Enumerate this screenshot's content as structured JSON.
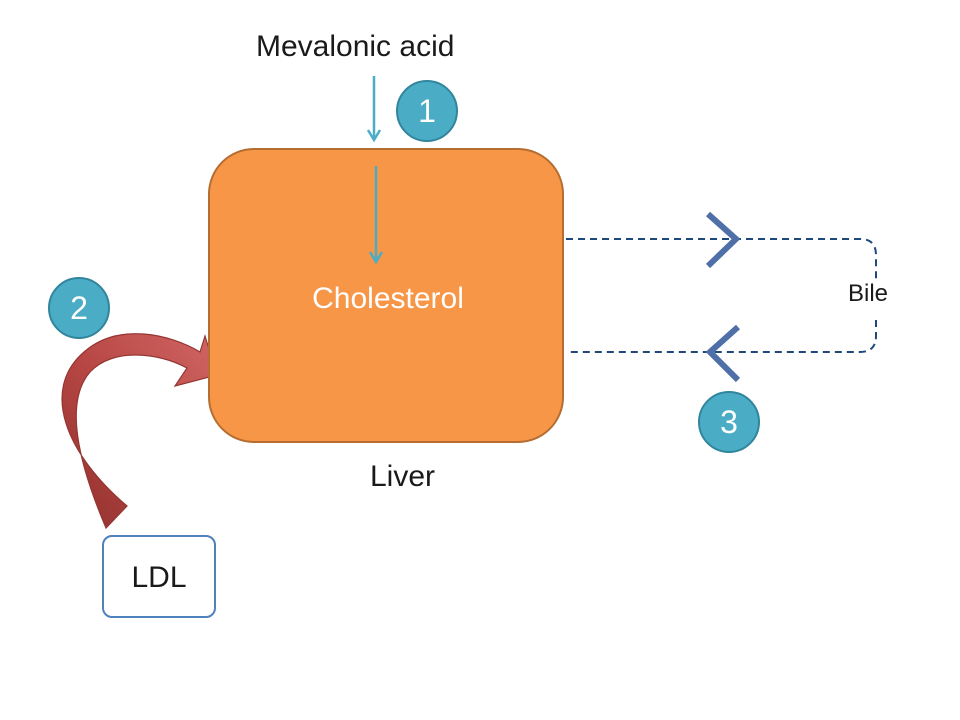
{
  "diagram": {
    "nodes": {
      "mevalonic_acid": "Mevalonic acid",
      "cholesterol": "Cholesterol",
      "liver": "Liver",
      "bile": "Bile",
      "ldl": "LDL"
    },
    "badges": [
      "1",
      "2",
      "3"
    ],
    "colors": {
      "liver_fill": "#f79646",
      "liver_border": "#b66d31",
      "badge_fill": "#4bacc6",
      "mevalonic_arrow": "#4bacc6",
      "ldl_arrow": "#c0504d",
      "bile_path": "#1f497d",
      "bile_chevron": "#4f6fa8",
      "ldl_border": "#4f81bd"
    }
  }
}
